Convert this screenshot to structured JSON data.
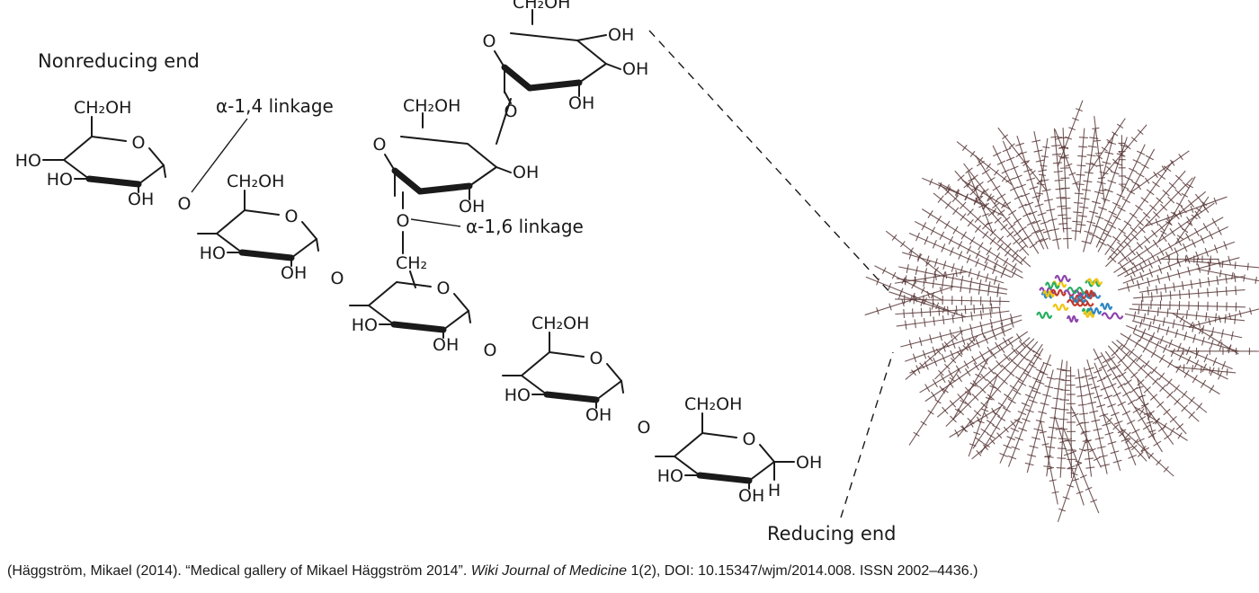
{
  "labels": {
    "nonreducing_end": "Nonreducing end",
    "reducing_end": "Reducing end",
    "alpha14_linkage": "α-1,4 linkage",
    "alpha16_linkage": "α-1,6 linkage"
  },
  "atoms": {
    "ring_oxygen": "O",
    "glycosidic_oxygen": "O",
    "hydroxyl_left": "HO",
    "hydroxyl_right": "OH",
    "hydroxymethyl": "CH₂OH",
    "methylene": "CH₂",
    "hydrogen": "H"
  },
  "citation": {
    "prefix": "(Häggström, Mikael (2014). “Medical gallery of Mikael Häggström 2014”. ",
    "journal": "Wiki Journal of Medicine",
    "suffix": " 1(2), DOI: 10.15347/wjm/2014.008. ISSN 2002–4436.)"
  },
  "colors": {
    "ink": "#1a1a1a",
    "branch": "#5a3a3a",
    "protein_core": [
      "#c0392b",
      "#2e86c1",
      "#27ae60",
      "#f1c40f",
      "#8e44ad"
    ]
  }
}
